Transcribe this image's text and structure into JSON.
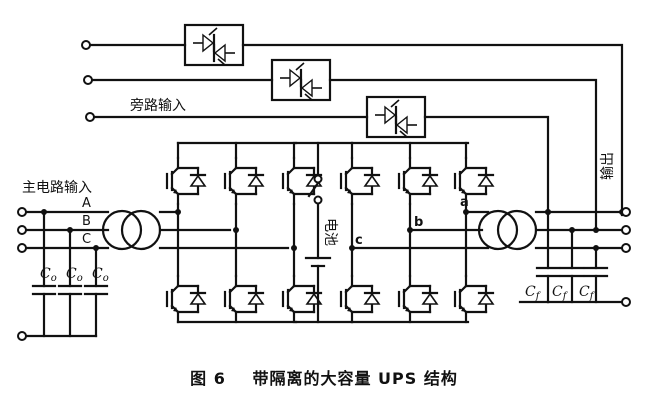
{
  "labels": {
    "bypass_input": "旁路输入",
    "main_input": "主电路输入",
    "output": "输出",
    "battery": "电池",
    "phase_a": "A",
    "phase_b": "B",
    "phase_c": "C",
    "node_a": "a",
    "node_b": "b",
    "node_c": "c",
    "cap_input": "C",
    "cap_input_sub": "o",
    "cap_output": "C",
    "cap_output_sub": "f"
  },
  "caption": {
    "number": "图 6",
    "title": "带隔离的大容量 UPS 结构"
  }
}
